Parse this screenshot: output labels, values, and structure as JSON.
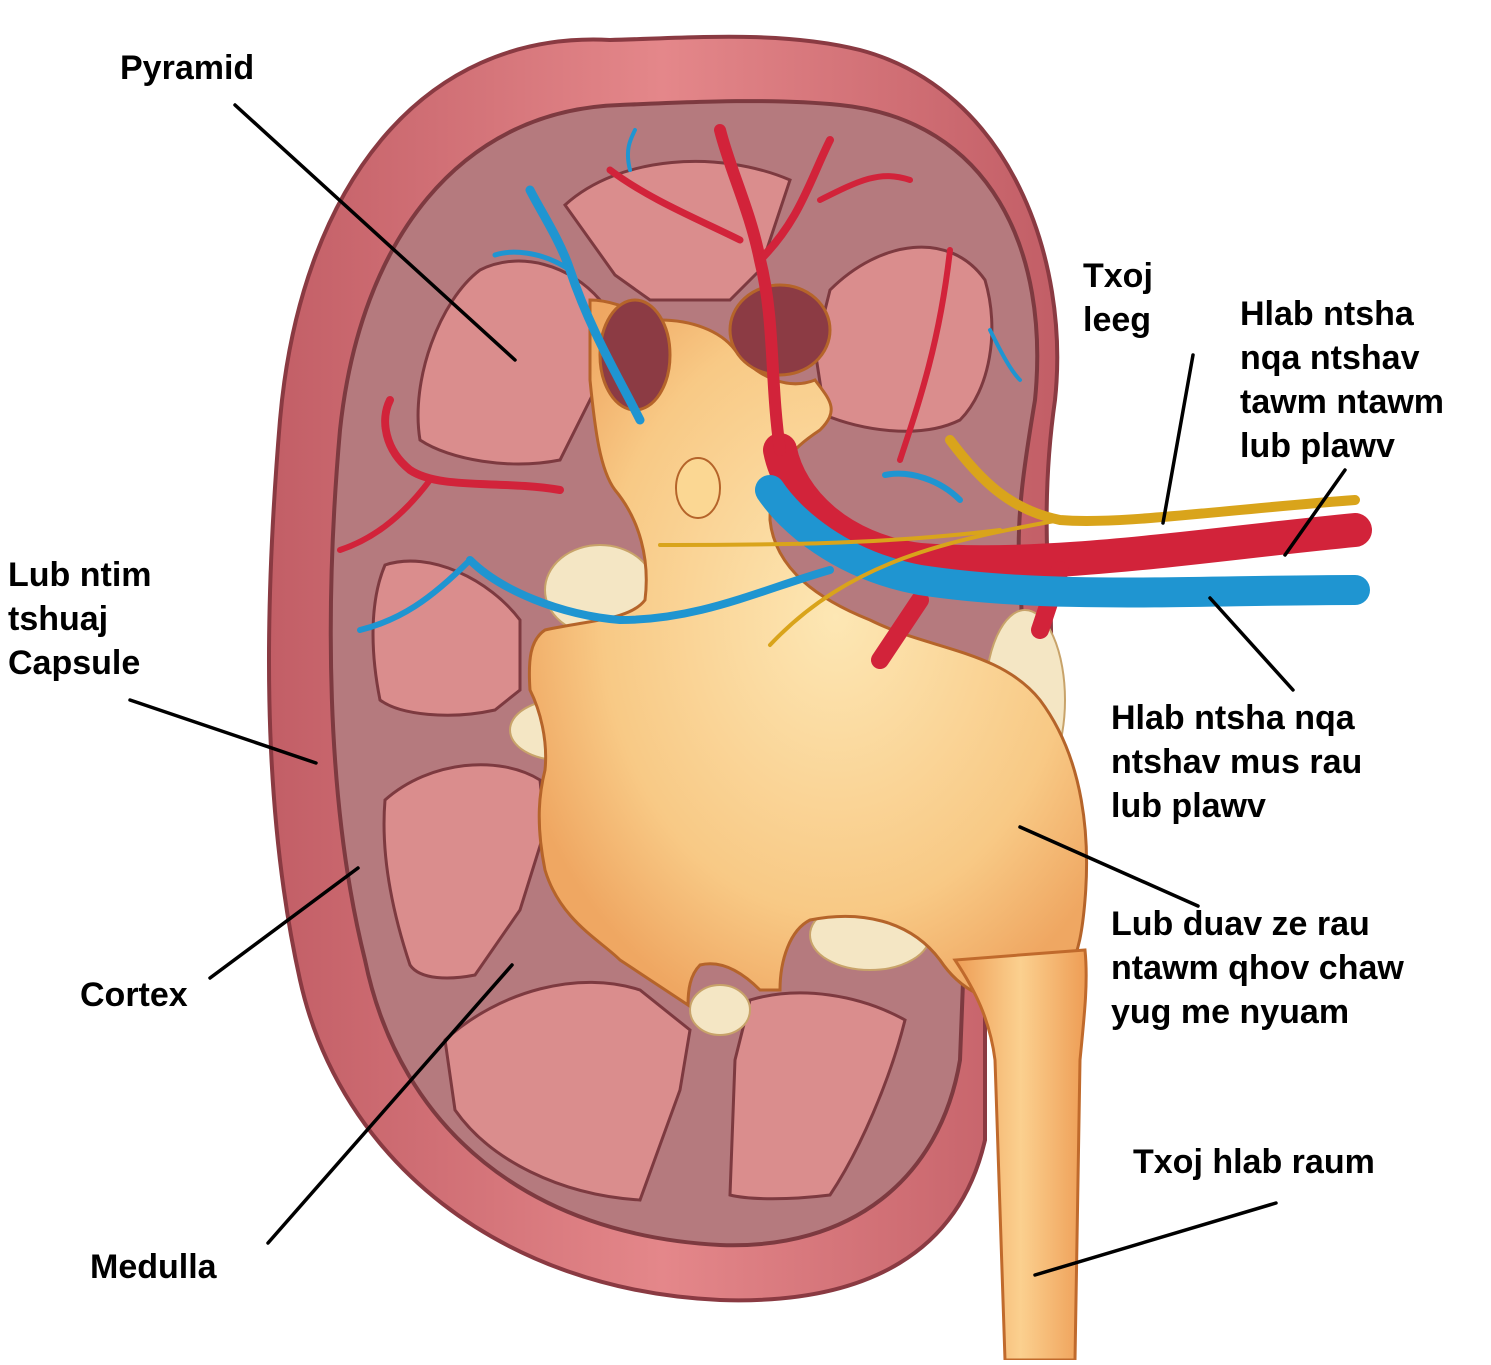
{
  "colors": {
    "capsule": "#c9606a",
    "capsule_dark": "#8a3a42",
    "cortex": "#b8787c",
    "pyramid": "#d9898a",
    "pelvis": "#f7c27c",
    "pelvis_light": "#fde2ad",
    "artery": "#d2233a",
    "vein": "#1f95d1",
    "nerve": "#e2b321",
    "fat": "#f4e6c4",
    "leader_line": "#000000"
  },
  "labels": {
    "pyramid": "Pyramid",
    "nerve": [
      "Txoj",
      "leeg"
    ],
    "renal_artery": [
      "Hlab ntsha",
      "nqa ntshav",
      "tawm ntawm",
      "lub plawv"
    ],
    "capsule": [
      "Lub ntim",
      "tshuaj",
      "Capsule"
    ],
    "renal_vein": [
      "Hlab ntsha nqa",
      "ntshav mus rau",
      "lub plawv"
    ],
    "cortex": "Cortex",
    "renal_pelvis": [
      "Lub duav ze rau",
      "ntawm qhov chaw",
      "yug me nyuam"
    ],
    "medulla": "Medulla",
    "ureter": "Txoj hlab raum"
  }
}
